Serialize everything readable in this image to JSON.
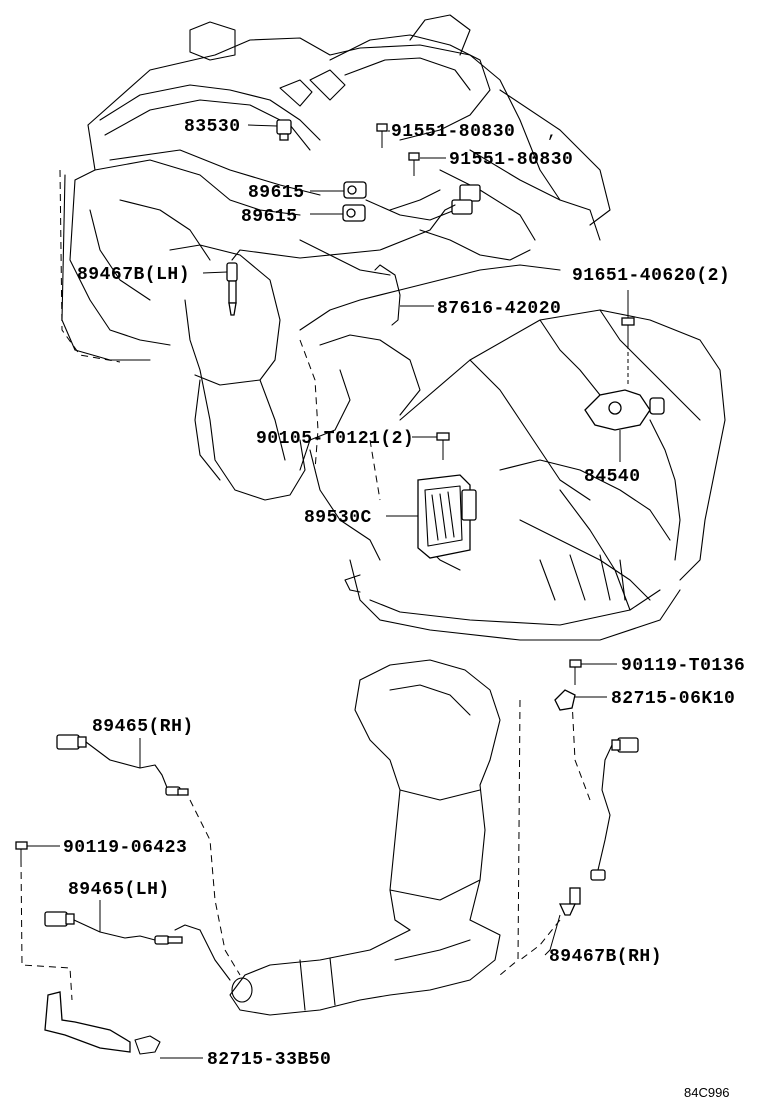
{
  "diagram": {
    "labels": {
      "p83530": "83530",
      "p91551_a": "91551-80830",
      "p91551_b": "91551-80830",
      "p89615_a": "89615",
      "p89615_b": "89615",
      "p89467b_lh": "89467B(LH)",
      "p91651": "91651-40620(2)",
      "p87616": "87616-42020",
      "p90105": "90105-T0121(2)",
      "p84540": "84540",
      "p89530c": "89530C",
      "p90119_t0136": "90119-T0136",
      "p82715_06k10": "82715-06K10",
      "p89465_rh": "89465(RH)",
      "p90119_06423": "90119-06423",
      "p89465_lh": "89465(LH)",
      "p89467b_rh": "89467B(RH)",
      "p82715_33b50": "82715-33B50"
    },
    "figure_code": "84C996"
  }
}
